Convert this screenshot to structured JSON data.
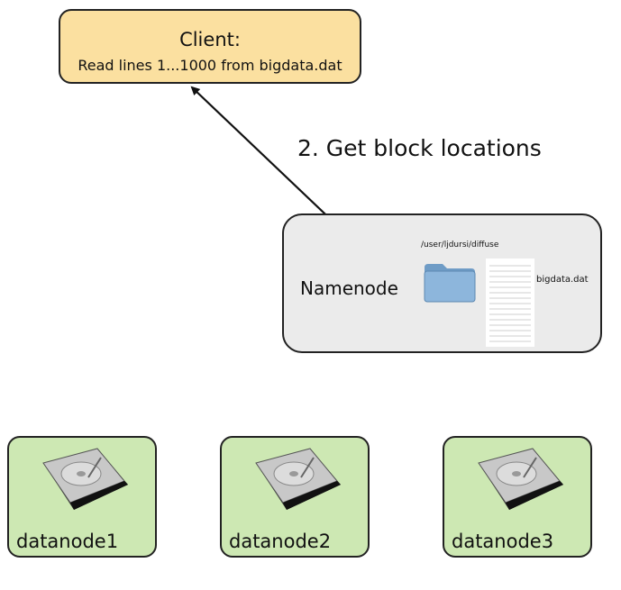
{
  "client": {
    "title": "Client:",
    "subtitle": "Read lines 1...1000 from bigdata.dat"
  },
  "step": {
    "label": "2. Get block locations"
  },
  "namenode": {
    "label": "Namenode",
    "path": "/user/ljdursi/diffuse",
    "file_label": "bigdata.dat"
  },
  "datanodes": [
    {
      "label": "datanode1"
    },
    {
      "label": "datanode2"
    },
    {
      "label": "datanode3"
    }
  ],
  "colors": {
    "client_fill": "#fbe0a0",
    "namenode_fill": "#ebebeb",
    "datanode_fill": "#cde8b3",
    "folder": "#7fa9cf"
  },
  "icons": {
    "folder": "folder-icon",
    "document": "document-icon",
    "disk": "hard-drive-icon"
  }
}
